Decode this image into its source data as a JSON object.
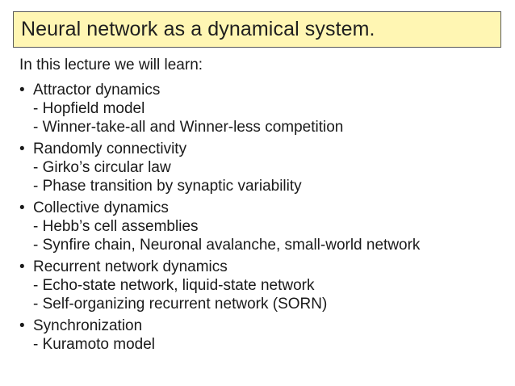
{
  "slide": {
    "title": "Neural network as a dynamical system.",
    "intro": "In this lecture we will learn:",
    "bullet_glyph": "•",
    "items": [
      {
        "heading": "Attractor dynamics",
        "subs": [
          "- Hopfield model",
          "- Winner-take-all and Winner-less competition"
        ]
      },
      {
        "heading": "Randomly connectivity",
        "subs": [
          "- Girko’s circular law",
          "- Phase transition by synaptic variability"
        ]
      },
      {
        "heading": "Collective dynamics",
        "subs": [
          "- Hebb’s cell assemblies",
          "- Synfire chain, Neuronal avalanche, small-world network"
        ]
      },
      {
        "heading": "Recurrent network dynamics",
        "subs": [
          "- Echo-state network, liquid-state network",
          "- Self-organizing recurrent network (SORN)"
        ]
      },
      {
        "heading": "Synchronization",
        "subs": [
          "- Kuramoto model"
        ]
      }
    ]
  },
  "colors": {
    "title_background": "#fff6b3",
    "title_border": "#5a5a5a",
    "text": "#1a1a1a"
  }
}
